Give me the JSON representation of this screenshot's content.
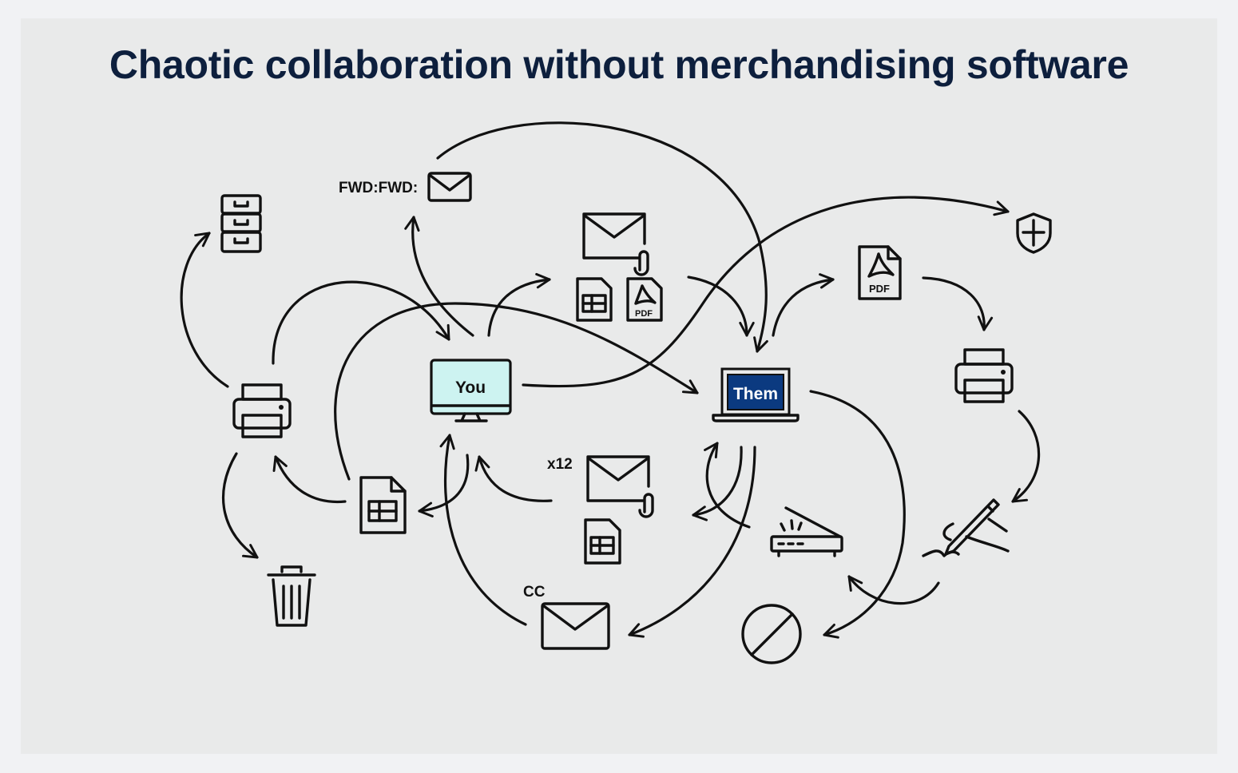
{
  "title": "Chaotic collaboration without merchandising software",
  "nodes": {
    "you": "You",
    "them": "Them",
    "fwd_label": "FWD:FWD:",
    "x12_label": "x12",
    "cc_label": "CC",
    "pdf_small": "PDF",
    "pdf_large": "PDF"
  },
  "colors": {
    "title": "#0d1f3d",
    "you_screen": "#cdf3f1",
    "them_screen": "#0b3a80",
    "panel": "#e9eaea",
    "background": "#f1f2f4"
  },
  "icons": [
    "filing-cabinet",
    "envelope",
    "paperclip",
    "spreadsheet",
    "pdf-document",
    "shield",
    "printer",
    "monitor",
    "laptop",
    "scanner",
    "signature-hand",
    "trash",
    "no-sign"
  ]
}
